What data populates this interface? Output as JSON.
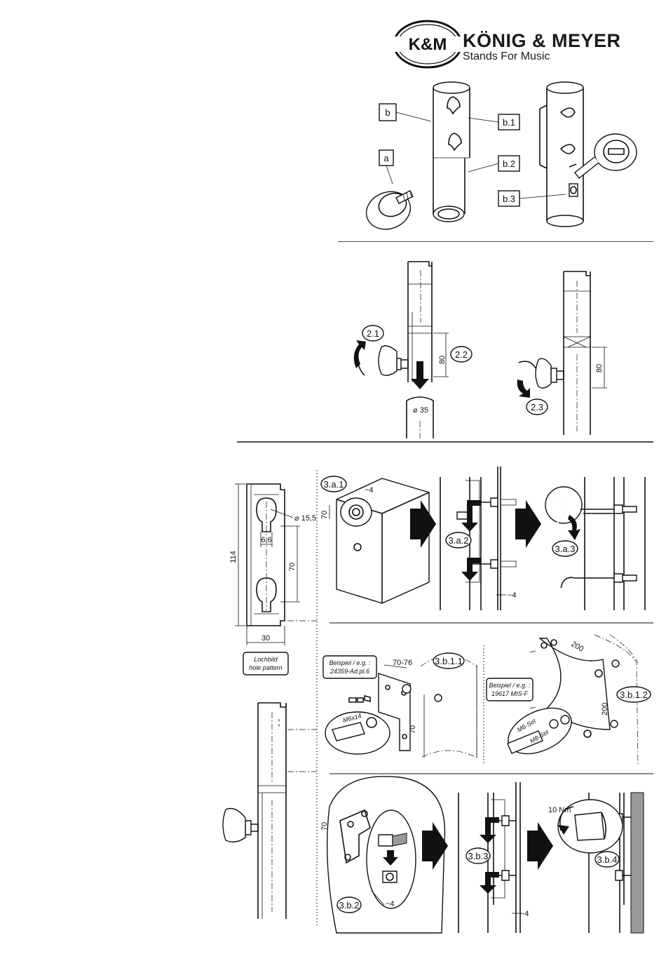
{
  "header": {
    "logo_mark": "K&M",
    "brand_name": "KÖNIG & MEYER",
    "tagline": "Stands For Music"
  },
  "section1": {
    "labels": {
      "a": "a",
      "b": "b",
      "b1": "b.1",
      "b2": "b.2",
      "b3": "b.3"
    }
  },
  "section2": {
    "steps": {
      "s21": "2.1",
      "s22": "2.2",
      "s23": "2.3"
    },
    "dims": {
      "len_left": "80",
      "len_right": "80",
      "diameter": "⌀ 35"
    }
  },
  "section3": {
    "hole_pattern": {
      "dim_114": "114",
      "dim_15_5": "⌀ 15,5",
      "dim_6_6": "6,6",
      "dim_70": "70",
      "dim_30": "30",
      "caption_de": "Lochbild",
      "caption_en": "hole pattern"
    },
    "row_a": {
      "s3a1": "3.a.1",
      "s3a2": "3.a.2",
      "s3a3": "3.a.3",
      "dim_4a": "~4",
      "dim_70": "70",
      "dim_4b": "~4"
    },
    "row_b1": {
      "s3b11": "3.b.1.1",
      "s3b12": "3.b.1.2",
      "example1_line1": "Beispiel / e.g. :",
      "example1_line2": "24359-Ad.pl.6",
      "example2_line1": "Beispiel / e.g. :",
      "example2_line2": "19617 MIS-F",
      "dim_70_76": "70-76",
      "dim_70": "70",
      "dim_200a": "200",
      "dim_200b": "200",
      "screw_m6x14": "M6x14",
      "set_m6": "M6-Set",
      "set_m8": "M8-Set"
    },
    "row_b2": {
      "s3b2": "3.b.2",
      "s3b3": "3.b.3",
      "s3b4": "3.b.4",
      "dim_70": "70",
      "dim_4a": "~4",
      "dim_4b": "~4",
      "torque": "10 Nm"
    }
  },
  "colors": {
    "ink": "#111111",
    "paper": "#ffffff",
    "shade": "#9a9a9a"
  }
}
